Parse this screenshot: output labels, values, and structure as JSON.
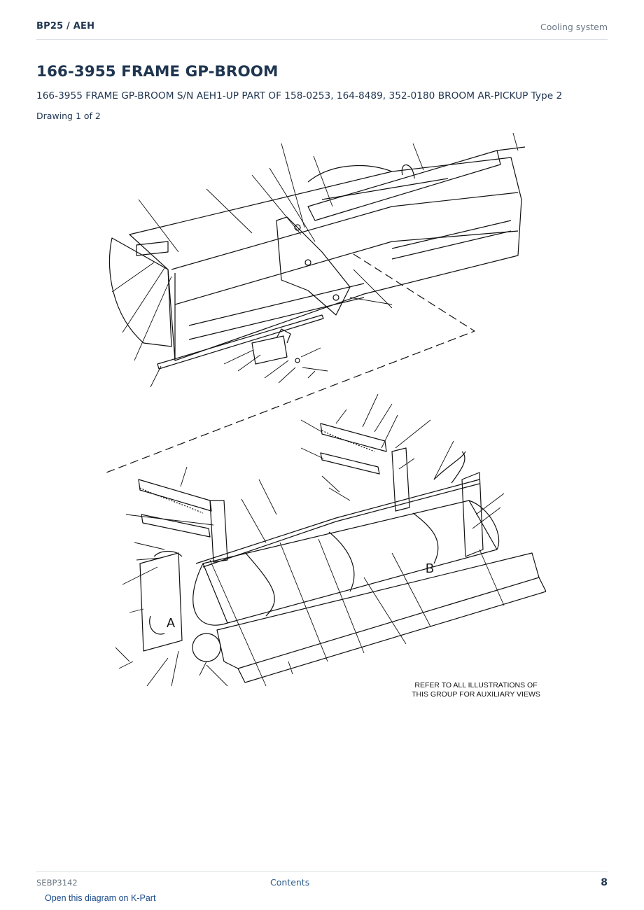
{
  "header": {
    "model": "BP25  /  AEH",
    "section": "Cooling system"
  },
  "title": "166-3955 FRAME GP-BROOM",
  "subtitle": "166-3955 FRAME GP-BROOM S/N AEH1-UP PART OF 158-0253, 164-8489, 352-0180 BROOM AR-PICKUP Type 2",
  "drawing_label": "Drawing 1 of 2",
  "diagram": {
    "view_labels": [
      "A",
      "B"
    ],
    "note_line1": "REFER TO ALL ILLUSTRATIONS OF",
    "note_line2": "THIS GROUP FOR AUXILIARY VIEWS"
  },
  "footer": {
    "doc_id": "SEBP3142",
    "contents_link": "Contents",
    "page_number": "8"
  },
  "kpart_link": "Open this diagram on K-Part"
}
